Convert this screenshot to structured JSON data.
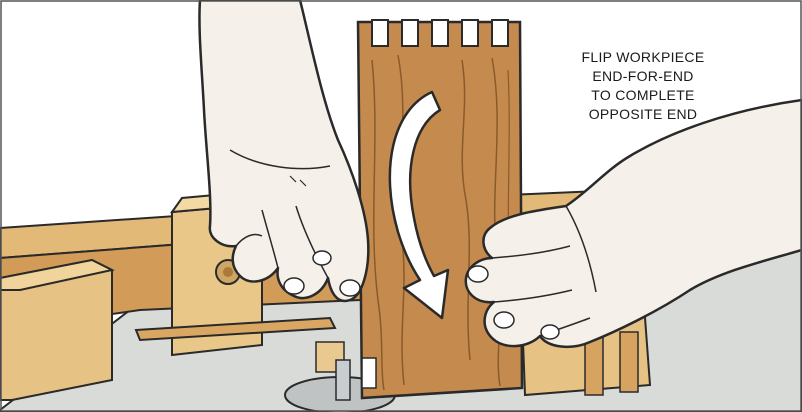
{
  "caption": {
    "lines": [
      "FLIP WORKPIECE",
      "END-FOR-END",
      "TO COMPLETE",
      "OPPOSITE END"
    ]
  },
  "colors": {
    "background": "#ffffff",
    "table": "#d9dbd9",
    "wood_light": "#e9c98f",
    "wood_mid": "#d7a866",
    "wood_dark": "#b9813f",
    "workpiece": "#c58b4e",
    "grain": "#8a5a2b",
    "skin": "#f5f1ea",
    "outline": "#2a2a2a",
    "bit": "#c9cdd0"
  },
  "icons": [
    "curved-arrow-icon"
  ]
}
